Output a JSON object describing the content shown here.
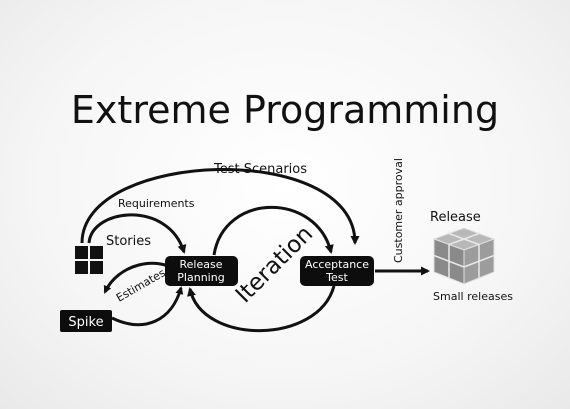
{
  "title": "Extreme Programming",
  "labels": {
    "test_scenarios": "Test Scenarios",
    "requirements": "Requirements",
    "stories": "Stories",
    "estimates": "Estimates",
    "iteration": "Iteration",
    "customer_approval": "Customer approval",
    "release": "Release",
    "small_releases": "Small releases"
  },
  "nodes": {
    "spike": "Spike",
    "release_planning": [
      "Release",
      "Planning"
    ],
    "acceptance_test": [
      "Acceptance",
      "Test"
    ]
  },
  "icons": [
    "stories-grid-icon",
    "release-cube-icon"
  ],
  "colors": {
    "ink": "#111111",
    "node_fill": "#0d0d0d",
    "node_text": "#ffffff",
    "cube": "#8f8f8f"
  }
}
